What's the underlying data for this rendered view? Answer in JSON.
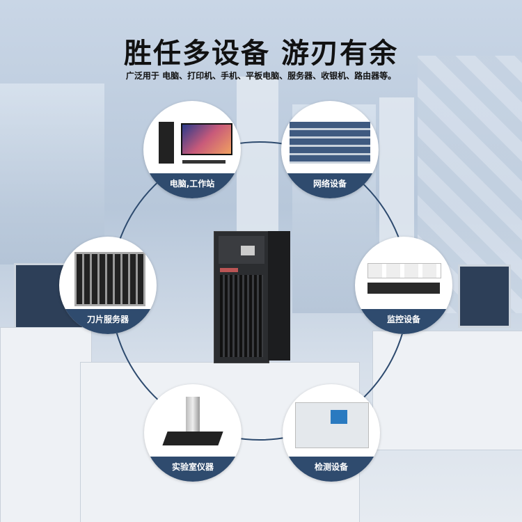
{
  "headline": "胜任多设备 游刃有余",
  "subtitle": "广泛用于 电脑、打印机、手机、平板电脑、服务器、收银机、路由器等。",
  "devices": [
    {
      "label": "电脑,工作站",
      "icon": "desktop-computer-icon"
    },
    {
      "label": "网络设备",
      "icon": "network-switch-icon"
    },
    {
      "label": "刀片服务器",
      "icon": "blade-server-icon"
    },
    {
      "label": "监控设备",
      "icon": "surveillance-camera-icon"
    },
    {
      "label": "实验室仪器",
      "icon": "lab-instrument-icon"
    },
    {
      "label": "检测设备",
      "icon": "testing-equipment-icon"
    }
  ],
  "colors": {
    "band": "#2f4b6e",
    "ring": "#2d4a6e"
  }
}
